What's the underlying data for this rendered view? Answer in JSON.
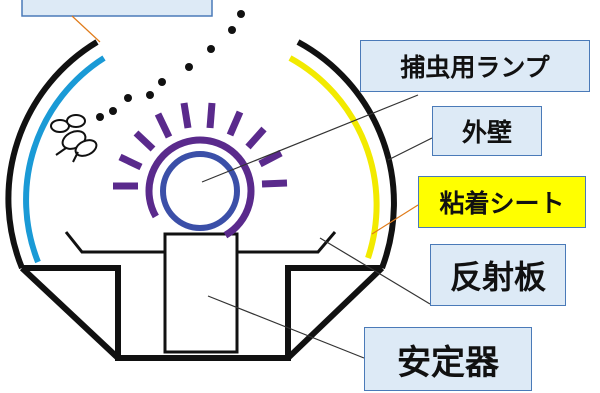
{
  "labels": {
    "lamp": "捕虫用ランプ",
    "outer_wall": "外壁",
    "sticky_sheet": "粘着シート",
    "reflector": "反射板",
    "ballast": "安定器"
  },
  "colors": {
    "outline": "#111111",
    "blue_strip": "#1a9ad6",
    "yellow_strip": "#f2ea00",
    "lamp_rays": "#5a2a8c",
    "lamp_ring": "#3b4fa8",
    "label_fill": "#ddeaf6",
    "label_border": "#4a7ab8",
    "highlight_fill": "#ffff00",
    "leader_orange": "#e07b1a"
  }
}
